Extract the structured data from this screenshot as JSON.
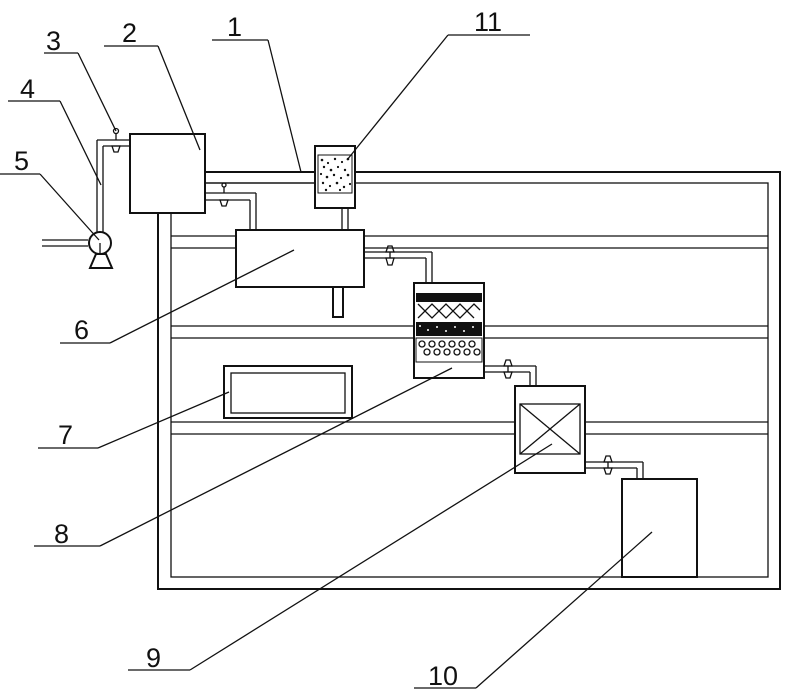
{
  "diagram": {
    "labels": [
      {
        "id": "frame",
        "text": "1"
      },
      {
        "id": "tank",
        "text": "2"
      },
      {
        "id": "valve",
        "text": "3"
      },
      {
        "id": "pipe",
        "text": "4"
      },
      {
        "id": "pump",
        "text": "5"
      },
      {
        "id": "upper-tank",
        "text": "6"
      },
      {
        "id": "panel",
        "text": "7"
      },
      {
        "id": "filter-column",
        "text": "8"
      },
      {
        "id": "cross-filter",
        "text": "9"
      },
      {
        "id": "collection-tank",
        "text": "10"
      },
      {
        "id": "media-canister",
        "text": "11"
      }
    ]
  }
}
